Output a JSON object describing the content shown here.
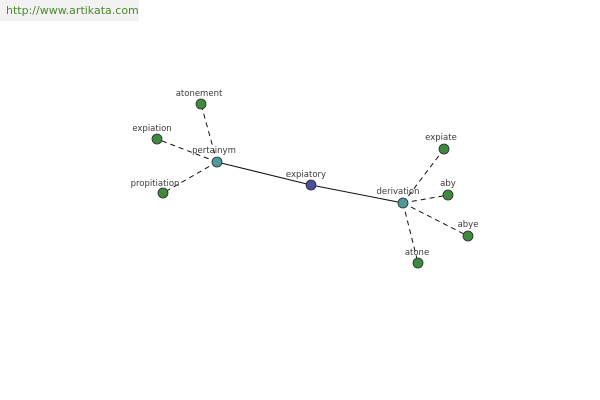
{
  "header": {
    "url_text": "http://www.artikata.com"
  },
  "colors": {
    "center": "#4a4e9e",
    "hub": "#4e9a9a",
    "leaf": "#3f8a3f",
    "link": "#4a8a2a"
  },
  "graph": {
    "nodes": [
      {
        "id": "expiatory",
        "label": "expiatory",
        "kind": "center"
      },
      {
        "id": "pertainym",
        "label": "pertainym",
        "kind": "hub"
      },
      {
        "id": "derivation",
        "label": "derivation",
        "kind": "hub"
      },
      {
        "id": "atonement",
        "label": "atonement",
        "kind": "leaf"
      },
      {
        "id": "expiation",
        "label": "expiation",
        "kind": "leaf"
      },
      {
        "id": "propitiation",
        "label": "propitiation",
        "kind": "leaf"
      },
      {
        "id": "expiate",
        "label": "expiate",
        "kind": "leaf"
      },
      {
        "id": "aby",
        "label": "aby",
        "kind": "leaf"
      },
      {
        "id": "abye",
        "label": "abye",
        "kind": "leaf"
      },
      {
        "id": "atone",
        "label": "atone",
        "kind": "leaf"
      }
    ],
    "edges": [
      {
        "from": "expiatory",
        "to": "pertainym",
        "style": "solid"
      },
      {
        "from": "expiatory",
        "to": "derivation",
        "style": "solid"
      },
      {
        "from": "pertainym",
        "to": "atonement",
        "style": "dashed"
      },
      {
        "from": "pertainym",
        "to": "expiation",
        "style": "dashed"
      },
      {
        "from": "pertainym",
        "to": "propitiation",
        "style": "dashed"
      },
      {
        "from": "derivation",
        "to": "expiate",
        "style": "dashed"
      },
      {
        "from": "derivation",
        "to": "aby",
        "style": "dashed"
      },
      {
        "from": "derivation",
        "to": "abye",
        "style": "dashed"
      },
      {
        "from": "derivation",
        "to": "atone",
        "style": "dashed"
      }
    ]
  }
}
